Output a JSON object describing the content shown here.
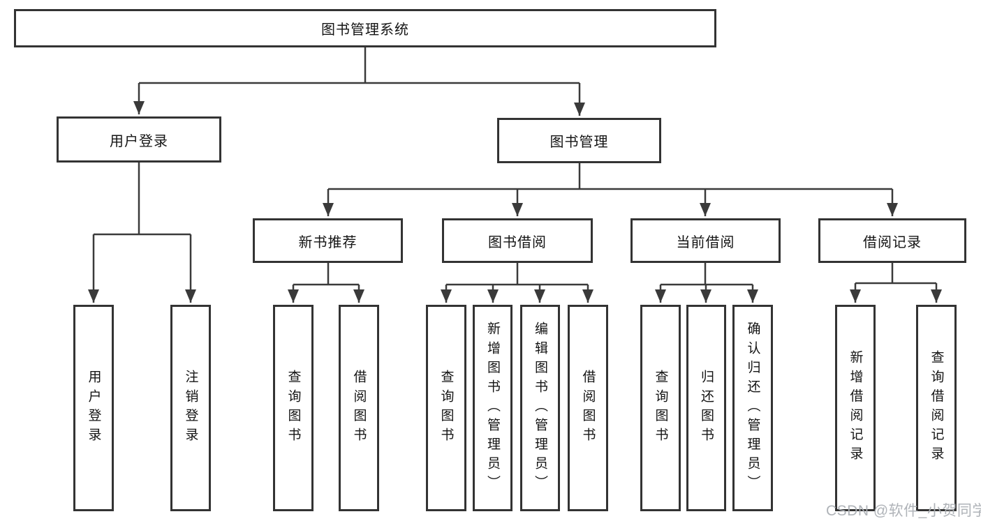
{
  "nodes": {
    "root": "图书管理系统",
    "login": "用户登录",
    "book_management": "图书管理",
    "new_book_recommend": "新书推荐",
    "book_borrowing": "图书借阅",
    "current_borrowing": "当前借阅",
    "borrowing_records": "借阅记录",
    "leaf_user_login": "用户登录",
    "leaf_logout": "注销登录",
    "leaf_query_books_recommend": "查询图书",
    "leaf_borrow_books_recommend": "借阅图书",
    "leaf_query_books_borrowing": "查询图书",
    "leaf_add_books_admin": "新增图书（管理员）",
    "leaf_edit_books_admin": "编辑图书（管理员）",
    "leaf_borrow_books_borrowing": "借阅图书",
    "leaf_query_books_current": "查询图书",
    "leaf_return_books": "归还图书",
    "leaf_confirm_return_admin": "确认归还（管理员）",
    "leaf_add_borrow_record": "新增借阅记录",
    "leaf_query_borrow_record": "查询借阅记录"
  },
  "watermark": "CSDN @软件_小贺同学",
  "colors": {
    "background": "#ffffff",
    "box_border": "#333333",
    "line": "#3a3a3a",
    "text": "#141414",
    "watermark": "#abafb4"
  }
}
